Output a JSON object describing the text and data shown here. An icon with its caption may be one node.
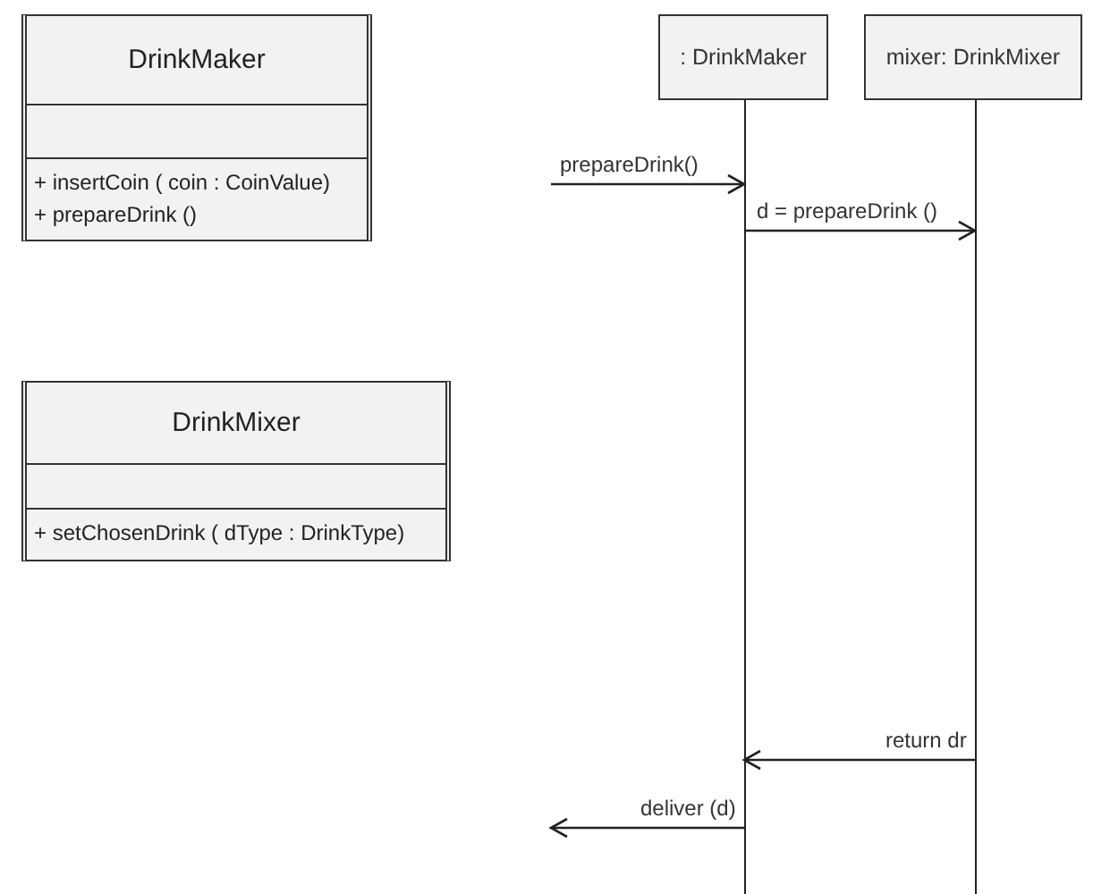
{
  "diagram": {
    "nodes": [
      {
        "text": [
          "DrinkMaker",
          "+ insertCoin ( coin : CoinValue)",
          "+ prepareDrink ()"
        ]
      },
      {
        "text": [
          "DrinkMixer",
          "+ setChosenDrink ( dType : DrinkType)"
        ]
      },
      {
        "text": [
          ": DrinkMaker"
        ]
      },
      {
        "text": [
          "mixer: DrinkMixer"
        ]
      }
    ],
    "edges": [
      {
        "from": null,
        "to": 2,
        "arrow": "to",
        "label": "prepareDrink()"
      },
      {
        "from": 2,
        "to": 3,
        "arrow": "to",
        "label": "d = prepareDrink ()"
      },
      {
        "from": 3,
        "to": 2,
        "arrow": "to",
        "label": "return dr"
      },
      {
        "from": 2,
        "to": null,
        "arrow": "to",
        "label": "deliver (d)"
      }
    ]
  }
}
